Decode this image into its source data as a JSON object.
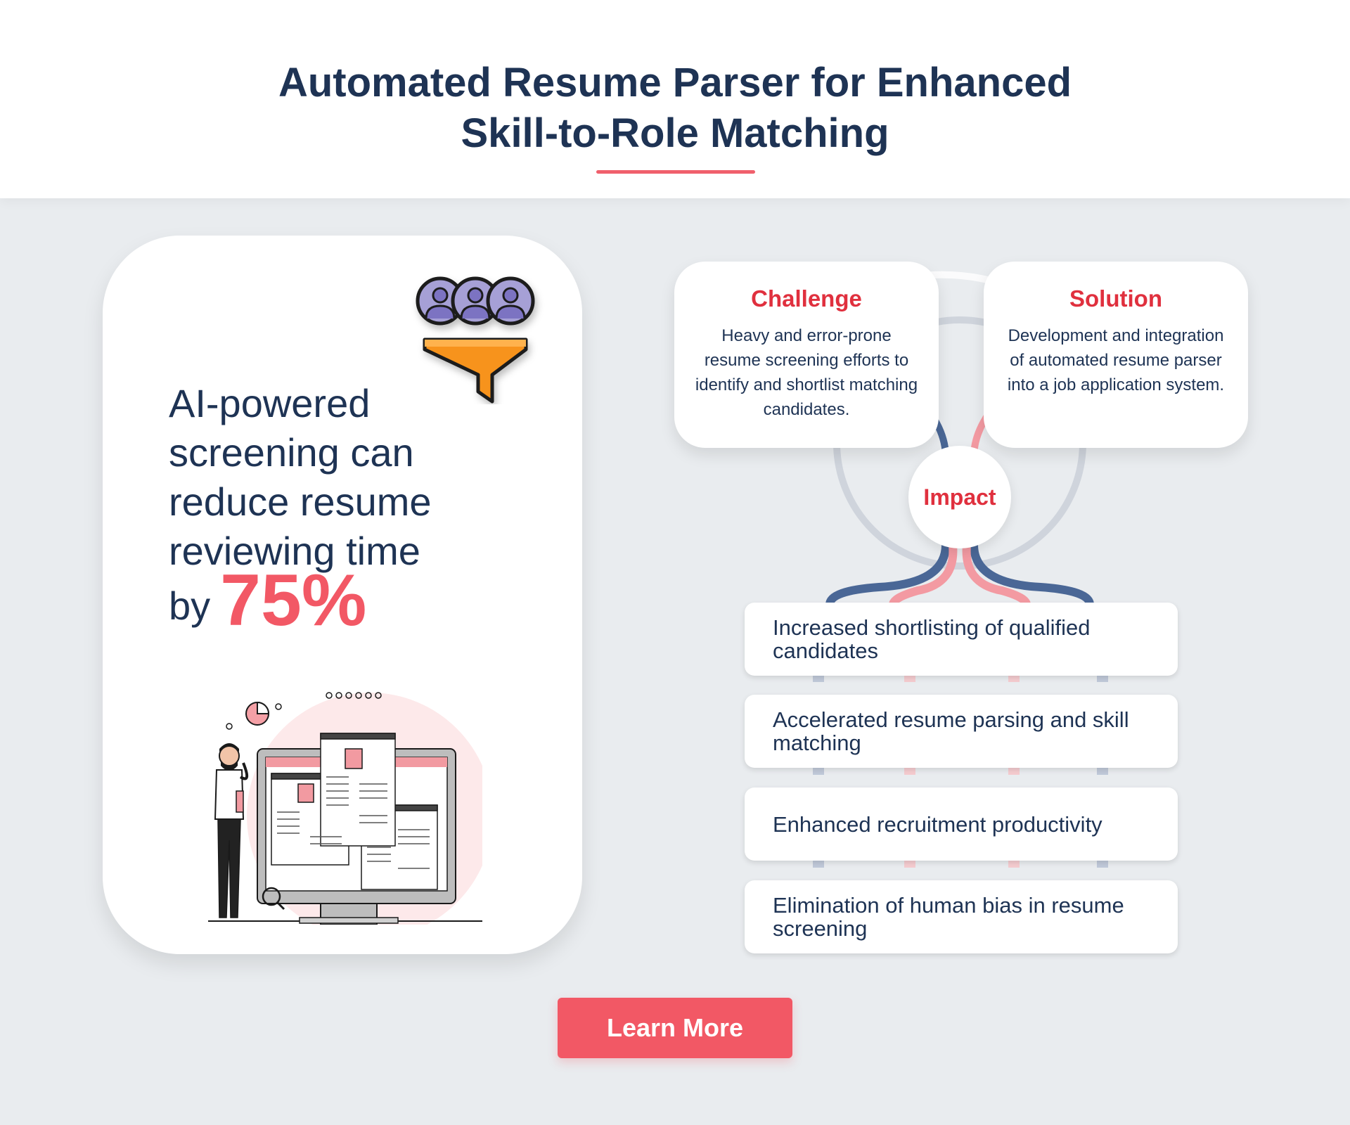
{
  "header": {
    "title_line1": "Automated Resume Parser for Enhanced",
    "title_line2": "Skill-to-Role Matching"
  },
  "stat": {
    "lines": [
      "AI-powered",
      "screening can",
      "reduce resume",
      "reviewing time"
    ],
    "by_word": "by",
    "percent": "75%"
  },
  "challenge": {
    "title": "Challenge",
    "body": "Heavy and error-prone resume screening efforts to identify and shortlist matching candidates."
  },
  "solution": {
    "title": "Solution",
    "body": "Development and integration of automated resume parser into a job application system."
  },
  "impact": {
    "title": "Impact",
    "items": [
      "Increased shortlisting of qualified candidates",
      "Accelerated resume parsing and skill matching",
      "Enhanced recruitment productivity",
      "Elimination of human bias in resume screening"
    ]
  },
  "cta": {
    "label": "Learn More"
  },
  "colors": {
    "navy": "#1e3354",
    "accent": "#f25865",
    "red_title": "#e0303e",
    "background": "#e9ecef",
    "funnel": "#f7931e",
    "people": "#a6a0d6"
  },
  "icons": [
    "people-funnel-icon",
    "recruiter-monitor-illustration"
  ]
}
